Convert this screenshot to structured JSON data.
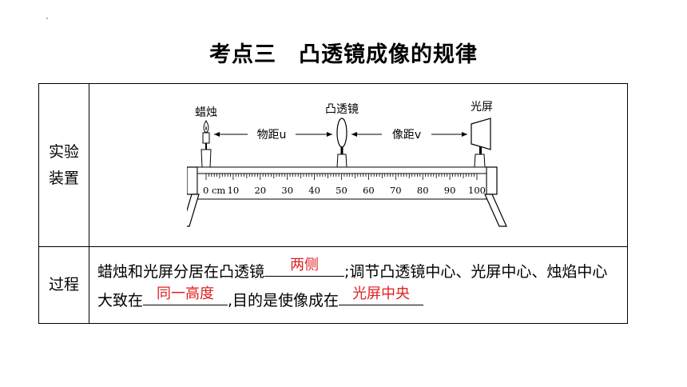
{
  "title": "考点三　凸透镜成像的规律",
  "rows": {
    "apparatus_label": [
      "实验",
      "装置"
    ],
    "process_label": "过程"
  },
  "diagram": {
    "candle_label": "蜡烛",
    "lens_label": "凸透镜",
    "screen_label": "光屏",
    "object_distance_label": "物距u",
    "image_distance_label": "像距v",
    "scale_labels": [
      "0 cm",
      "10",
      "20",
      "30",
      "40",
      "50",
      "60",
      "70",
      "80",
      "90",
      "100"
    ]
  },
  "process": {
    "text1": "蜡烛和光屏分居在凸透镜",
    "answer1": "两侧",
    "text2": ";调节凸透镜中心、光屏中心、烛焰中心大致在",
    "answer2": "同一高度",
    "text3": ",目的是使像成在",
    "answer3": "光屏中央"
  },
  "colors": {
    "answer": "#e02020",
    "line": "#000000"
  }
}
